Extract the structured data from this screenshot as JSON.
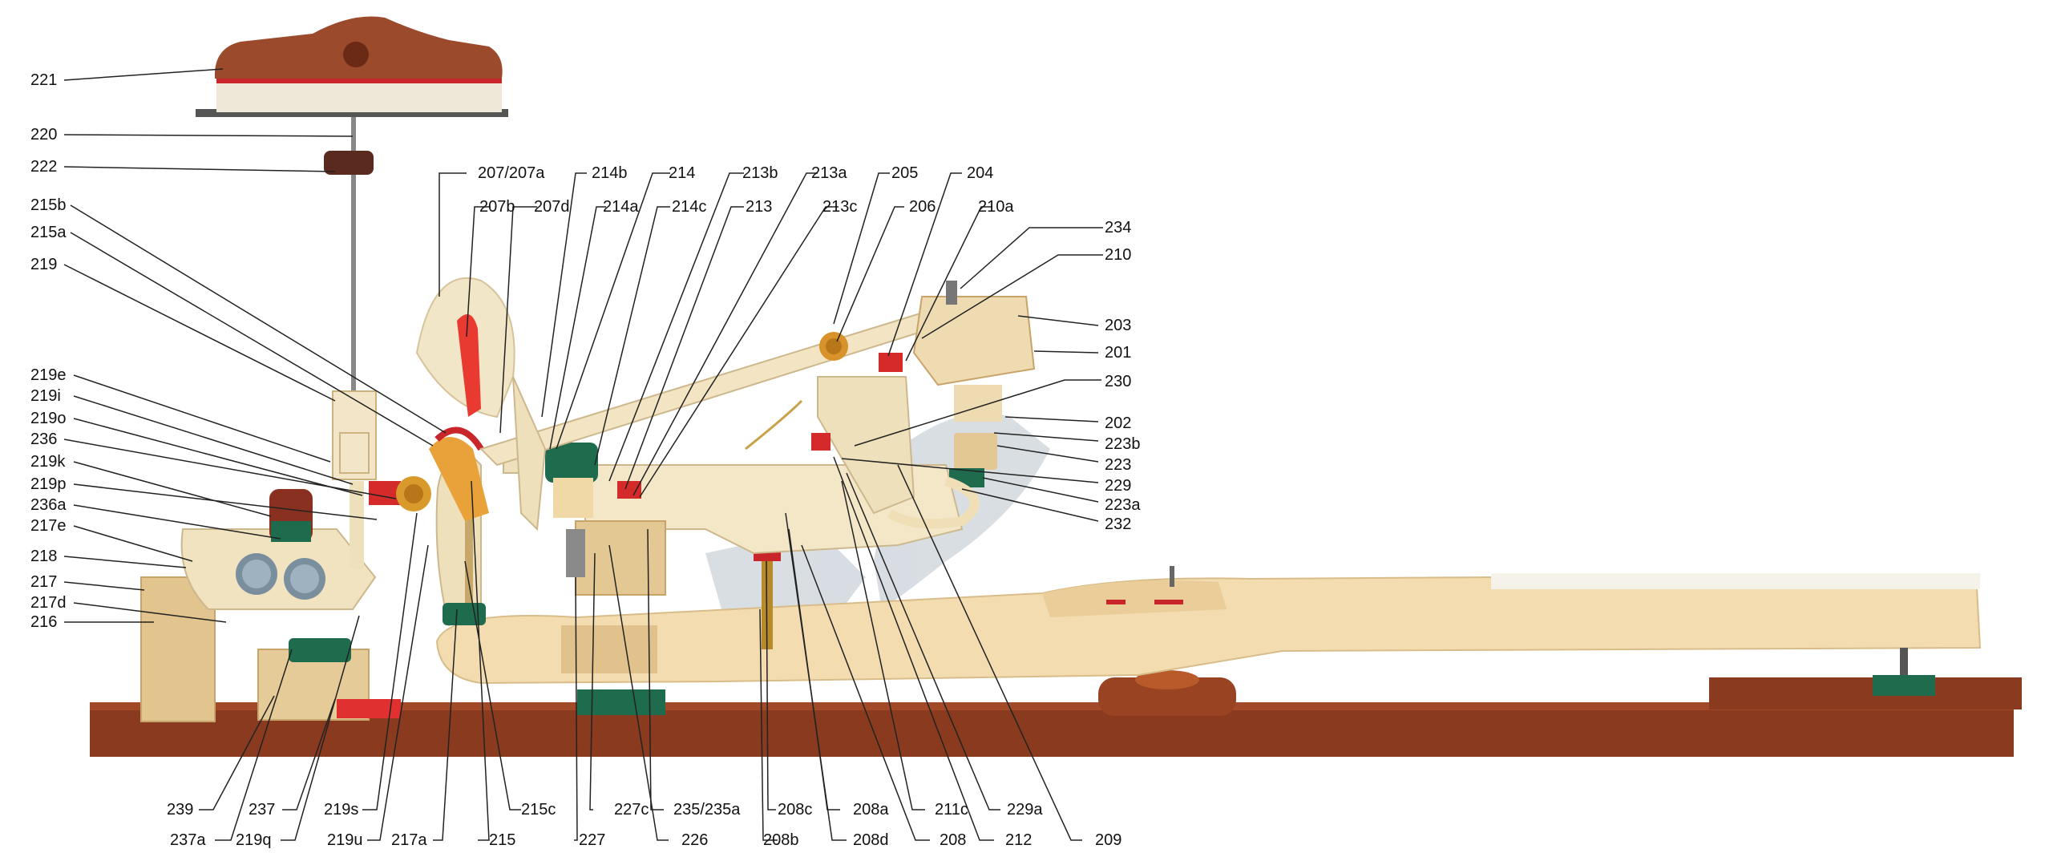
{
  "labels": {
    "l221": "221",
    "l220": "220",
    "l222": "222",
    "l215b": "215b",
    "l215a": "215a",
    "l219": "219",
    "l219e": "219e",
    "l219i": "219i",
    "l219o": "219o",
    "l236": "236",
    "l219k": "219k",
    "l219p": "219p",
    "l236a": "236a",
    "l217e": "217e",
    "l218": "218",
    "l217": "217",
    "l217d": "217d",
    "l216": "216",
    "l207_207a": "207/207a",
    "l207b": "207b",
    "l207d": "207d",
    "l214b": "214b",
    "l214a": "214a",
    "l214": "214",
    "l214c": "214c",
    "l213b": "213b",
    "l213": "213",
    "l213a": "213a",
    "l213c": "213c",
    "l205": "205",
    "l206": "206",
    "l204": "204",
    "l210a": "210a",
    "l234": "234",
    "l210": "210",
    "l203": "203",
    "l201": "201",
    "l230": "230",
    "l202": "202",
    "l223b": "223b",
    "l223": "223",
    "l229": "229",
    "l223a": "223a",
    "l232": "232",
    "l239": "239",
    "l237a": "237a",
    "l237": "237",
    "l219q": "219q",
    "l219s": "219s",
    "l219u": "219u",
    "l217a": "217a",
    "l215": "215",
    "l215c": "215c",
    "l227": "227",
    "l227c": "227c",
    "l226": "226",
    "l235_235a": "235/235a",
    "l208b": "208b",
    "l208c": "208c",
    "l208d": "208d",
    "l208a": "208a",
    "l208": "208",
    "l211c": "211c",
    "l212": "212",
    "l229a": "229a",
    "l209": "209"
  },
  "colors": {
    "keybed_wood": "#8a3a1f",
    "key_wood": "#f2dcb0",
    "felt_green": "#1f6b4e",
    "felt_red": "#c8262a",
    "damper_head": "#9c4a2c",
    "leader_line": "#222222"
  }
}
